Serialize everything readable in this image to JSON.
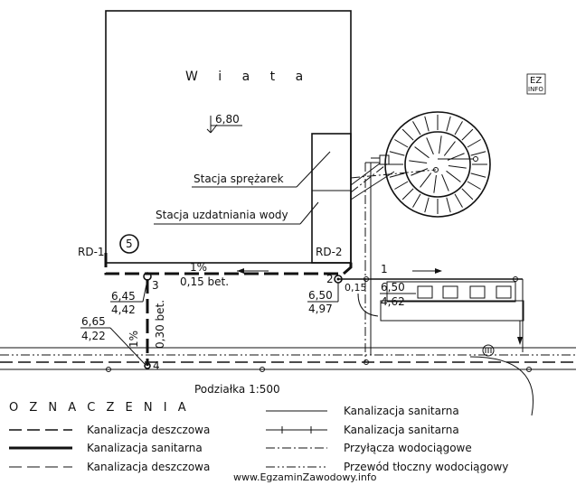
{
  "building": {
    "name": "W i a t a",
    "elevation": "6,80"
  },
  "rooms": {
    "compressor": "Stacja sprężarek",
    "water_treatment": "Stacja uzdatniania wody"
  },
  "nodes": {
    "rd1": "RD-1",
    "rd2": "RD-2",
    "n5": "5",
    "n1": "1",
    "n2": "2",
    "n3": "3",
    "n4": "4",
    "n2_top": "6,50",
    "n2_bot": "4,97",
    "n015": "0,15",
    "n1_top": "6,50",
    "n1_bot": "4,62",
    "n3_top": "6,45",
    "n3_bot": "4,42",
    "n4_top": "6,65",
    "n4_bot": "4,22"
  },
  "pipes": {
    "main_slope": "1%",
    "main_desc": "0,15 bet.",
    "vert_slope": "1%",
    "vert_desc": "0,30 bet."
  },
  "scale": "Podziałka 1:500",
  "legend": {
    "heading": "O Z N A C Z E N I A",
    "left": [
      "Kanalizacja deszczowa",
      "Kanalizacja sanitarna",
      "Kanalizacja deszczowa"
    ],
    "right": [
      "Kanalizacja sanitarna",
      "Kanalizacja sanitarna",
      "Przyłącza wodociągowe",
      "Przewód tłoczny wodociągowy"
    ]
  },
  "watermark": {
    "site": "www.EgzaminZawodowy.info",
    "badge_top": "EZ",
    "badge_bot": "INFO"
  }
}
